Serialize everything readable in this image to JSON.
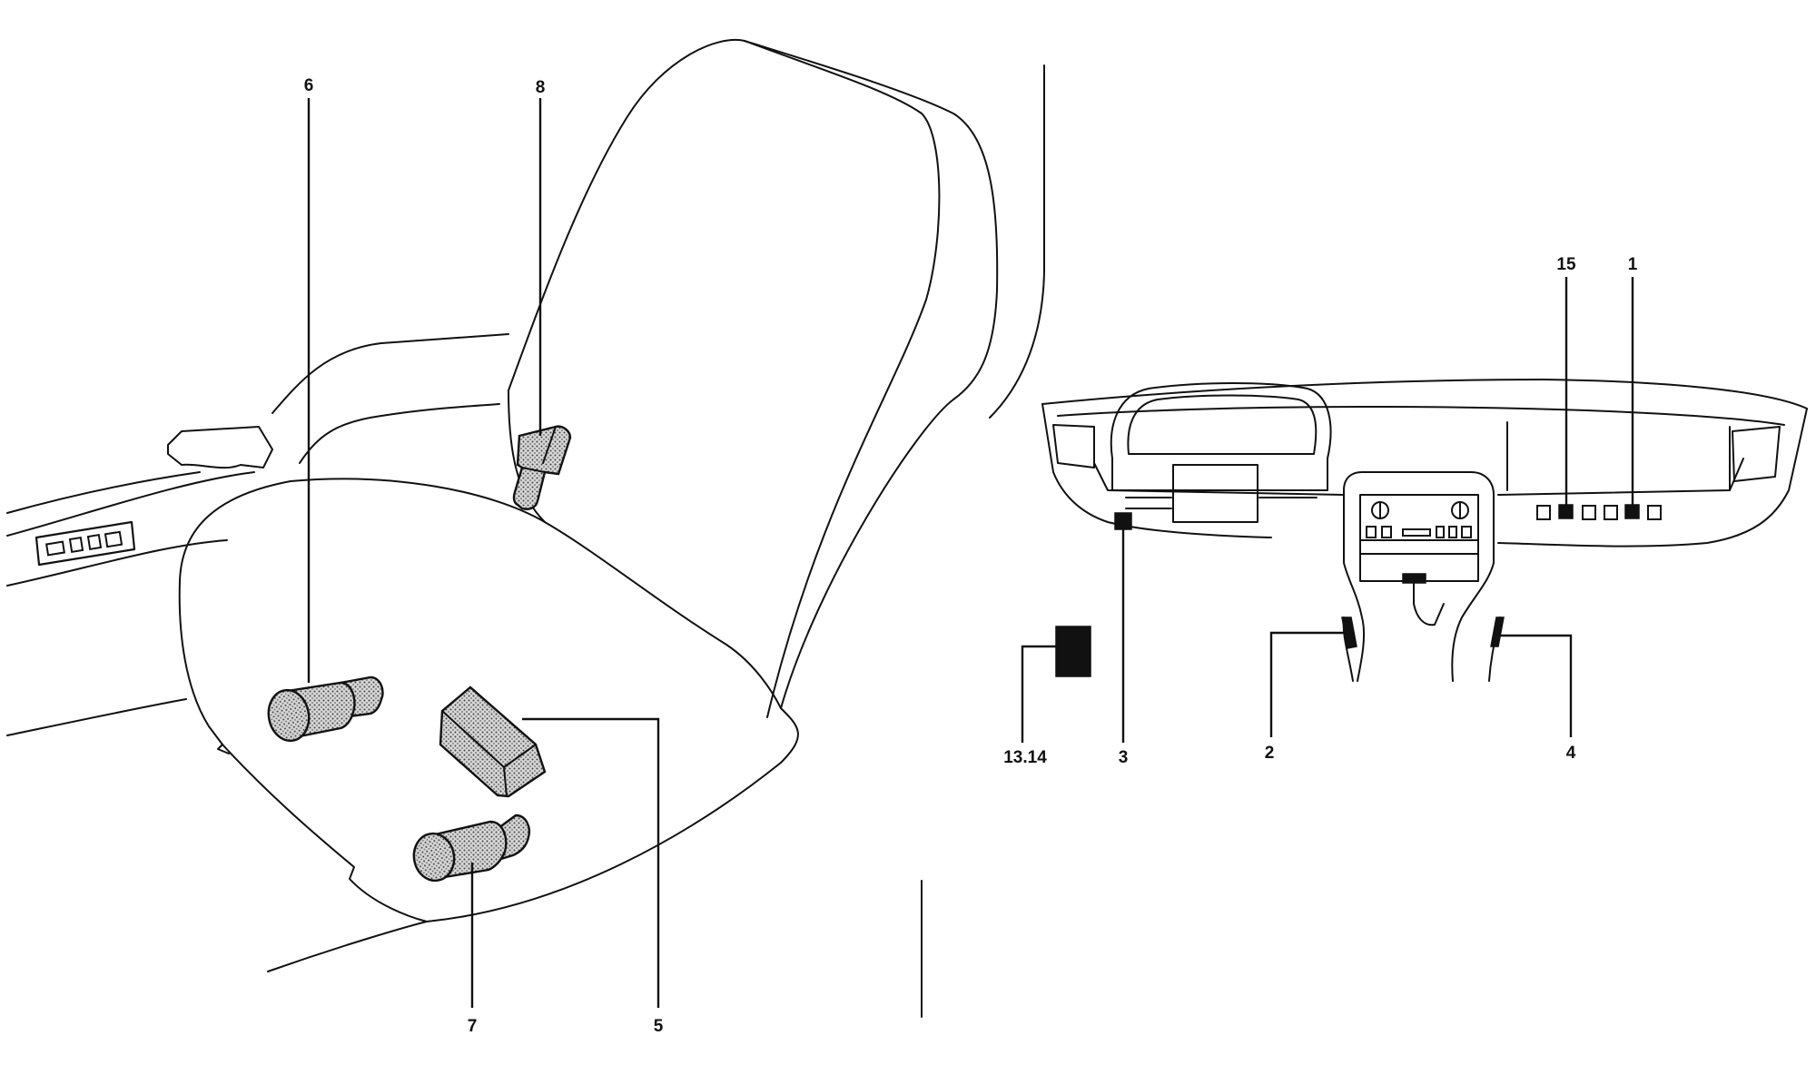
{
  "callouts": {
    "c1": "1",
    "c2": "2",
    "c3": "3",
    "c4": "4",
    "c5": "5",
    "c6": "6",
    "c7": "7",
    "c8": "8",
    "c13_14": "13.14",
    "c15": "15"
  },
  "icons": {
    "switch_fill": "stipple-pattern",
    "solid_switch": "#111111"
  }
}
